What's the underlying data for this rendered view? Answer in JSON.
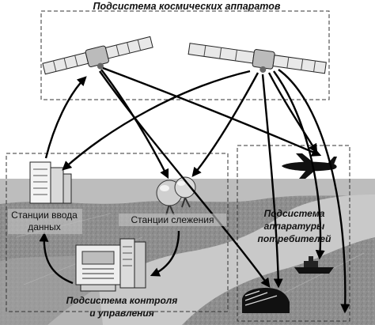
{
  "subsystems": {
    "space": {
      "title": "Подсистема космических аппаратов"
    },
    "control": {
      "title_line1": "Подсистема контроля",
      "title_line2": "и управления"
    },
    "consumers": {
      "title_line1": "Подсистема",
      "title_line2": "аппаратуры",
      "title_line3": "потребителей"
    }
  },
  "stations": {
    "data_input": {
      "label_line1": "Станции ввода",
      "label_line2": "данных"
    },
    "tracking": {
      "label": "Станции слежения"
    }
  },
  "icons": [
    "satellite-icon",
    "satellite-icon",
    "server-rack-icon",
    "radar-dome-icon",
    "control-console-icon",
    "airplane-icon",
    "ship-icon",
    "train-icon"
  ],
  "colors": {
    "terrain": "#9a9a9a",
    "water": "#c9c9c9",
    "arrow": "#000000",
    "box": "#333333"
  }
}
